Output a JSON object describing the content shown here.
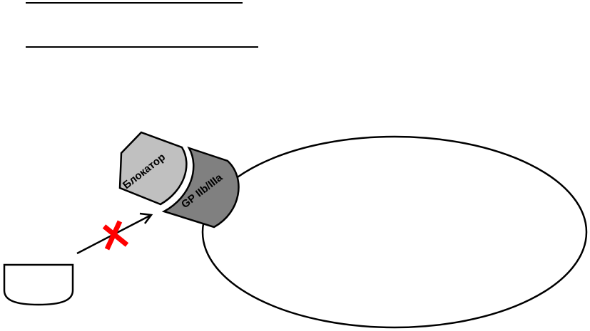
{
  "labels": {
    "blocker": "Блокатор",
    "receptor": "GP IIb/IIIa"
  },
  "colors": {
    "blocker_fill": "#c0c0c0",
    "receptor_fill": "#808080",
    "outline": "#000000",
    "cross": "#ff0000"
  },
  "icons": {
    "blocked": "red-x-cross"
  }
}
